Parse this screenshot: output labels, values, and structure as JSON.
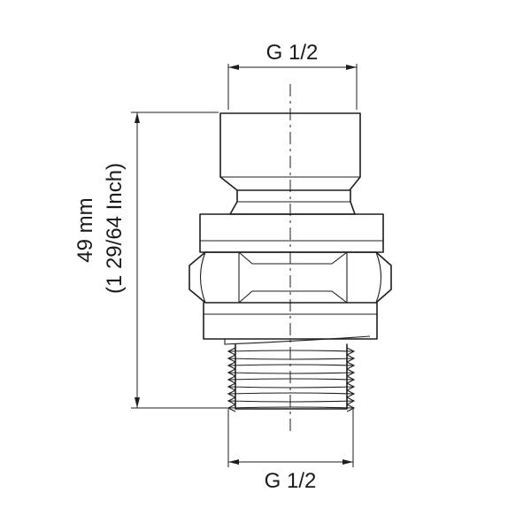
{
  "drawing": {
    "top_thread_label": "G 1/2",
    "bottom_thread_label": "G 1/2",
    "height_label_metric": "49 mm",
    "height_label_imperial": "(1 29/64 Inch)",
    "line_color": "#1e1e1e"
  }
}
